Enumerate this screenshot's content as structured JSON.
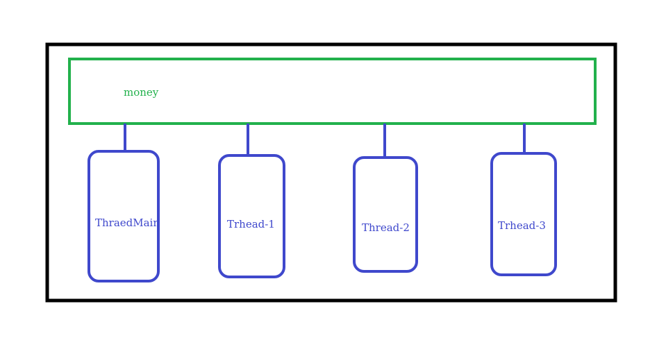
{
  "diagram": {
    "shared_resource": {
      "label": "money"
    },
    "threads": [
      {
        "label": "ThraedMain"
      },
      {
        "label": "Trhead-1"
      },
      {
        "label": "Thread-2"
      },
      {
        "label": "Trhead-3"
      }
    ],
    "colors": {
      "outer_border": "#000000",
      "resource_border": "#22b14c",
      "resource_text": "#22b14c",
      "thread_border": "#3f48cc",
      "thread_text": "#3f48cc"
    }
  }
}
